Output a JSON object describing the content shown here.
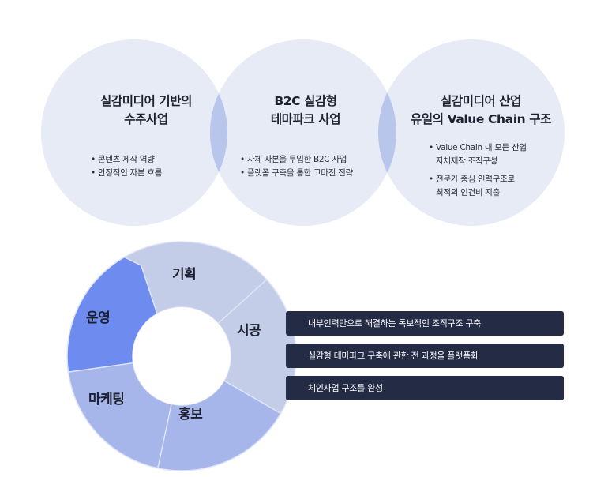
{
  "circles": [
    {
      "title_line1": "실감미디어 기반의",
      "title_line2": "수주사업",
      "bullets": [
        {
          "text": "콘텐츠 제작 역량"
        },
        {
          "text": "안정적인 자본 흐름"
        }
      ]
    },
    {
      "title_line1": "B2C 실감형",
      "title_line2": "테마파크 사업",
      "bullets": [
        {
          "text": "자체 자본을 투입한 B2C 사업"
        },
        {
          "text": "플랫폼 구축을 통한 고마진 전략"
        }
      ]
    },
    {
      "title_line1": "실감미디어 산업",
      "title_line2": "유일의 Value Chain 구조",
      "bullets": [
        {
          "text": "Value Chain 내 모든 산업",
          "sub": "자체제작 조직구성"
        },
        {
          "text": "전문가 중심 인력구조로",
          "sub": "최적의 인건비 지출"
        }
      ]
    }
  ],
  "cycle": {
    "segments": [
      "기획",
      "시공",
      "홍보",
      "마케팅",
      "운영"
    ],
    "colors": {
      "light": "#c4cde8",
      "mid": "#a7b6ea",
      "dark": "#6e8cef"
    }
  },
  "bars": [
    "내부인력만으로 해결하는 독보적인 조직구조 구축",
    "실감형 테마파크 구축에 관한 전 과정을 플랫폼화",
    "체인사업 구조를 완성"
  ]
}
